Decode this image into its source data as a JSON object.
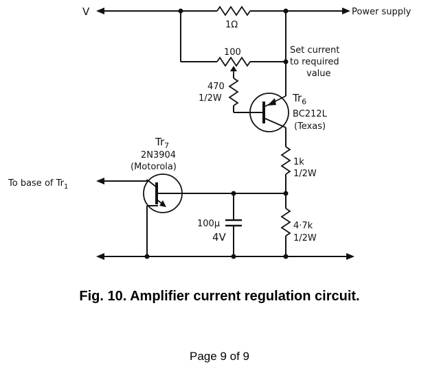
{
  "diagram": {
    "labels": {
      "v_rail": "V",
      "power_supply": "Power supply",
      "r_1ohm": "1Ω",
      "r_pot": "100",
      "set_current_1": "Set current",
      "set_current_2": "to required",
      "set_current_3": "value",
      "r470_1": "470",
      "r470_2": "1/2W",
      "tr6_name": "Tr",
      "tr6_sub": "6",
      "tr6_part": "BC212L",
      "tr6_maker": "(Texas)",
      "r1k_1": "1k",
      "r1k_2": "1/2W",
      "tr7_name": "Tr",
      "tr7_sub": "7",
      "tr7_part": "2N3904",
      "tr7_maker": "(Motorola)",
      "to_base": "To base of Tr",
      "to_base_sub": "1",
      "cap_1": "100μ",
      "cap_2": "4V",
      "r47k_1": "4·7k",
      "r47k_2": "1/2W"
    }
  },
  "caption": "Fig. 10. Amplifier current regulation circuit.",
  "footer": "Page 9 of 9"
}
